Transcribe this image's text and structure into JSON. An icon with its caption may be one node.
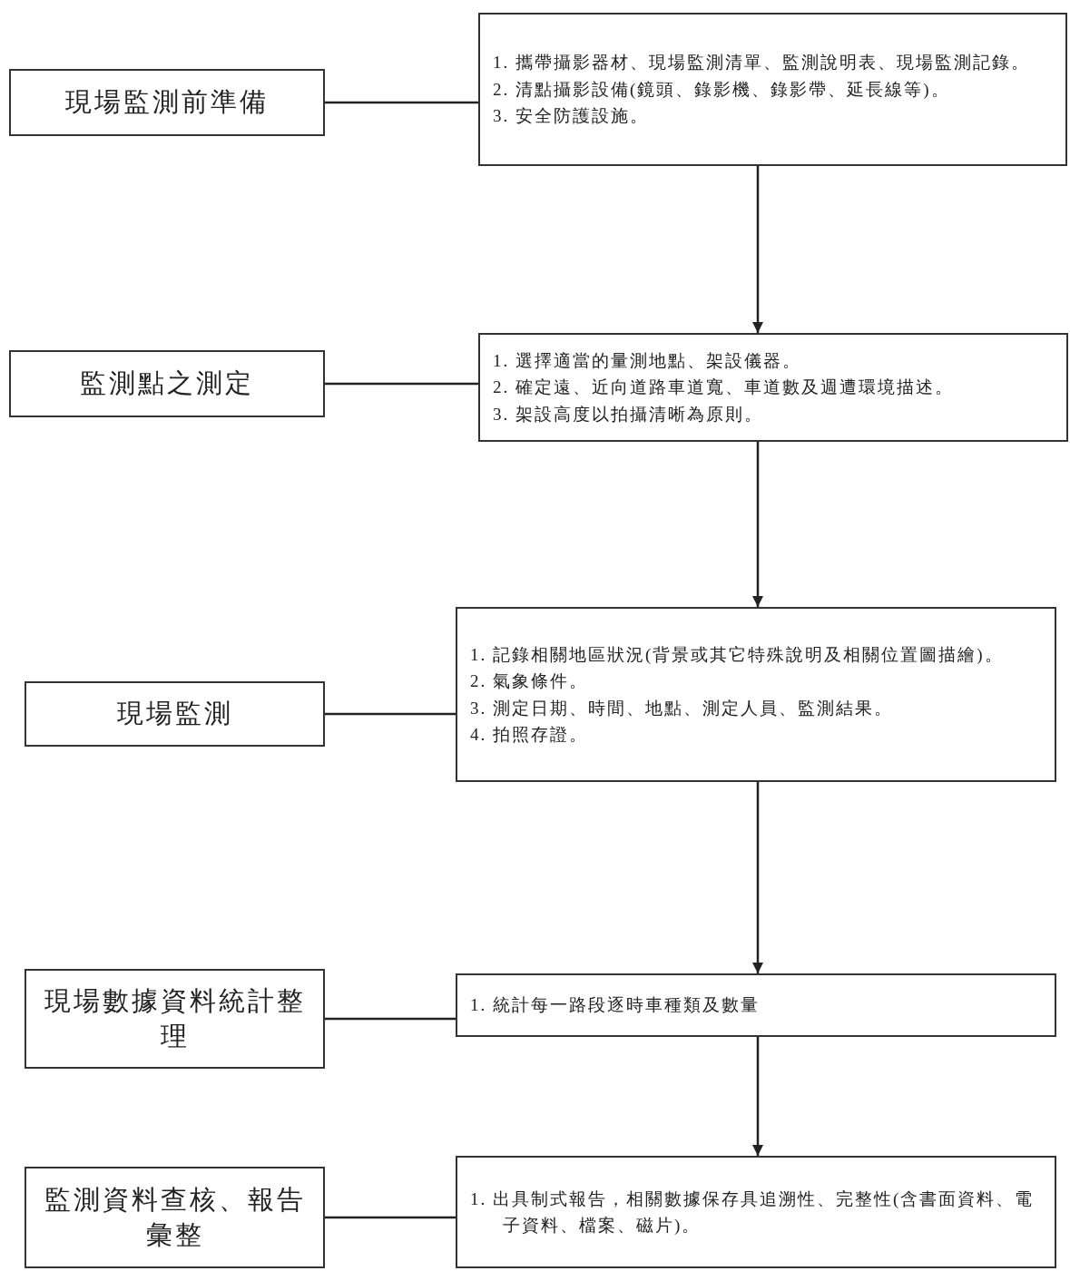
{
  "diagram": {
    "nodes": [
      {
        "text": [
          "現場監測前準備"
        ]
      },
      {
        "text": [
          "1. 攜帶攝影器材、現場監測清單、監測說明表、現場監測記錄。",
          "2. 清點攝影設備(鏡頭、錄影機、錄影帶、延長線等)。",
          "3. 安全防護設施。"
        ]
      },
      {
        "text": [
          "監測點之測定"
        ]
      },
      {
        "text": [
          "1. 選擇適當的量測地點、架設儀器。",
          "2. 確定遠、近向道路車道寬、車道數及週遭環境描述。",
          "3. 架設高度以拍攝清晰為原則。"
        ]
      },
      {
        "text": [
          "現場監測"
        ]
      },
      {
        "text": [
          "1. 記錄相關地區狀況(背景或其它特殊說明及相關位置圖描繪)。",
          "2. 氣象條件。",
          "3. 測定日期、時間、地點、測定人員、監測結果。",
          "4. 拍照存證。"
        ]
      },
      {
        "text": [
          "現場數據資料統計整理"
        ]
      },
      {
        "text": [
          "1. 統計每一路段逐時車種類及數量"
        ]
      },
      {
        "text": [
          "監測資料查核、報告彙整"
        ]
      },
      {
        "text": [
          "1. 出具制式報告，相關數據保存具追溯性、完整性(含書面資料、電子資料、檔案、磁片)。"
        ]
      }
    ],
    "edges": [
      {
        "from": 0,
        "to": 1,
        "arrow": "none"
      },
      {
        "from": 1,
        "to": 3,
        "arrow": "to"
      },
      {
        "from": 2,
        "to": 3,
        "arrow": "none"
      },
      {
        "from": 3,
        "to": 5,
        "arrow": "to"
      },
      {
        "from": 4,
        "to": 5,
        "arrow": "none"
      },
      {
        "from": 5,
        "to": 7,
        "arrow": "to"
      },
      {
        "from": 6,
        "to": 7,
        "arrow": "none"
      },
      {
        "from": 7,
        "to": 9,
        "arrow": "to"
      },
      {
        "from": 8,
        "to": 9,
        "arrow": "none"
      }
    ]
  }
}
